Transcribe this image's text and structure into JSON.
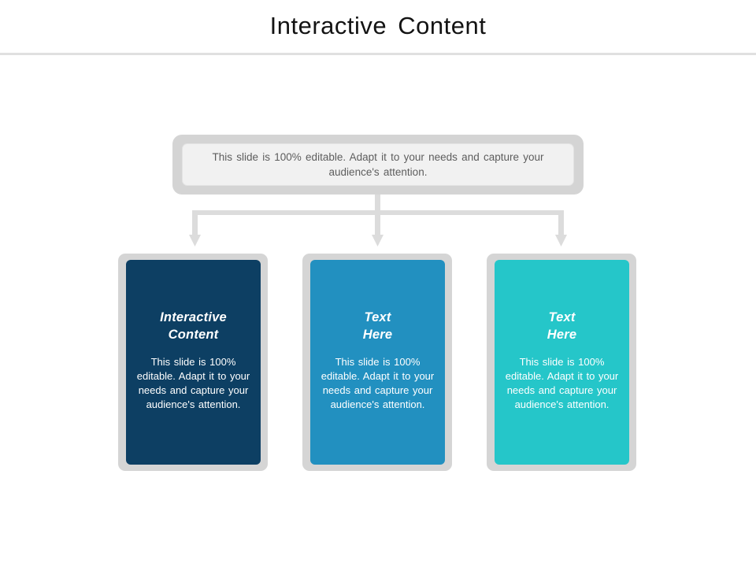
{
  "slide": {
    "title": "Interactive  Content",
    "background_color": "#ffffff",
    "divider_color": "#e0e0e0"
  },
  "top_box": {
    "text": "This slide is 100% editable.  Adapt it to your needs and capture your audience's attention.",
    "frame_color": "#d4d4d4",
    "panel_color": "#f1f1f1",
    "text_color": "#5d5d5d"
  },
  "connector": {
    "color": "#dcdcdc",
    "arrow_count": 3
  },
  "cards": [
    {
      "heading": "Interactive\nContent",
      "body": "This slide is 100% editable. Adapt it to your needs and capture your audience's attention.",
      "fill_color": "#0d3f63",
      "frame_color": "#d5d5d5",
      "text_color": "#ffffff"
    },
    {
      "heading": "Text\nHere",
      "body": "This slide is 100% editable. Adapt it to your needs and capture your audience's attention.",
      "fill_color": "#2290c0",
      "frame_color": "#d5d5d5",
      "text_color": "#ffffff"
    },
    {
      "heading": "Text\nHere",
      "body": "This slide is 100% editable. Adapt it to your needs and capture your audience's attention.",
      "fill_color": "#25c6c9",
      "frame_color": "#d5d5d5",
      "text_color": "#ffffff"
    }
  ]
}
